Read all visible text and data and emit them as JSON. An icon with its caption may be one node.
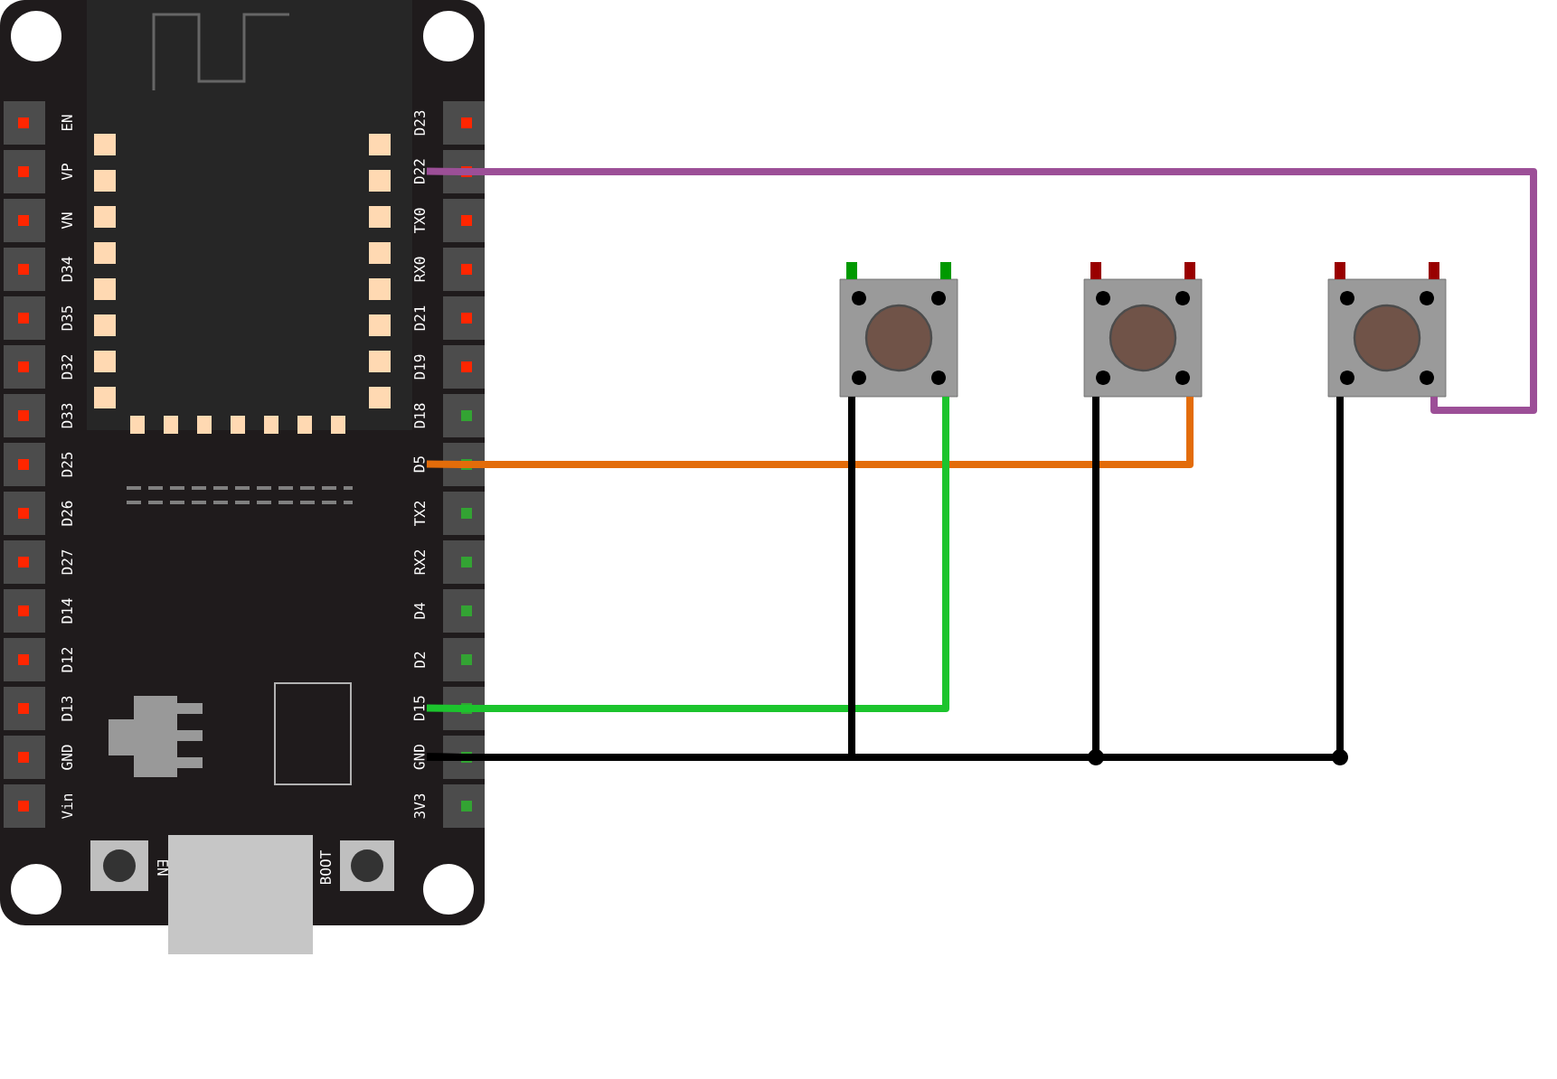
{
  "diagram": {
    "nodes": [
      {
        "text": [],
        "shape": "box"
      },
      {
        "text": [
          "D22"
        ],
        "in": 0
      },
      {
        "text": [
          "D5"
        ],
        "in": 0
      },
      {
        "text": [
          "D15"
        ],
        "in": 0
      },
      {
        "text": [
          "GND"
        ],
        "in": 0
      },
      {
        "text": [],
        "shape": "button"
      },
      {
        "text": [],
        "shape": "button"
      },
      {
        "text": [],
        "shape": "button"
      }
    ],
    "edges": [
      {
        "from": 1,
        "to": 7,
        "arrow": "none",
        "color": "#9c4f97"
      },
      {
        "from": 2,
        "to": 6,
        "arrow": "none",
        "color": "#e36c0a"
      },
      {
        "from": 3,
        "to": 5,
        "arrow": "none",
        "color": "#1cc42d"
      },
      {
        "from": 4,
        "to": 5,
        "arrow": "none"
      },
      {
        "from": 4,
        "to": 6,
        "arrow": "none"
      },
      {
        "from": 4,
        "to": 7,
        "arrow": "none"
      }
    ],
    "labels": [
      "EN",
      "VP",
      "VN",
      "D34",
      "D35",
      "D32",
      "D33",
      "D25",
      "D26",
      "D27",
      "D14",
      "D12",
      "D13",
      "GND",
      "Vin",
      "D23",
      "TX0",
      "RX0",
      "D21",
      "D19",
      "D18",
      "TX2",
      "RX2",
      "D4",
      "D2",
      "3V3",
      "EN",
      "BOOT"
    ]
  }
}
